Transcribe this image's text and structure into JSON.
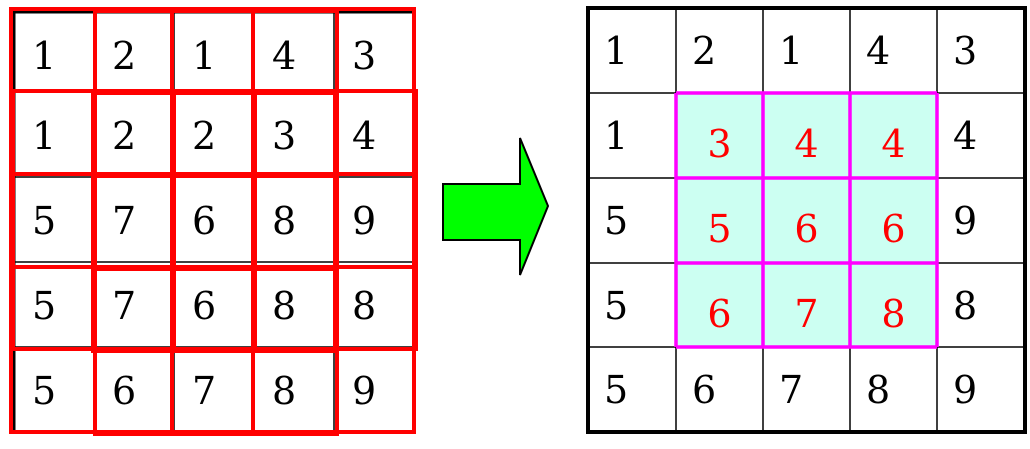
{
  "left_grid": {
    "rows": [
      [
        "1",
        "2",
        "1",
        "4",
        "3"
      ],
      [
        "1",
        "2",
        "2",
        "3",
        "4"
      ],
      [
        "5",
        "7",
        "6",
        "8",
        "9"
      ],
      [
        "5",
        "7",
        "6",
        "8",
        "8"
      ],
      [
        "5",
        "6",
        "7",
        "8",
        "9"
      ]
    ]
  },
  "right_grid": {
    "rows": [
      [
        "1",
        "2",
        "1",
        "4",
        "3"
      ],
      [
        "1",
        "3",
        "4",
        "4",
        "4"
      ],
      [
        "5",
        "5",
        "6",
        "6",
        "9"
      ],
      [
        "5",
        "6",
        "7",
        "8",
        "8"
      ],
      [
        "5",
        "6",
        "7",
        "8",
        "9"
      ]
    ],
    "highlight_rows": [
      1,
      2,
      3
    ],
    "highlight_cols": [
      1,
      2,
      3
    ]
  },
  "colors": {
    "grid_line": "#000000",
    "left_box": "#ff0000",
    "highlight_border": "#ff00ff",
    "highlight_fill": "#ccfff2",
    "highlight_text": "#ff0000",
    "text": "#000000",
    "arrow_fill": "#00ff00",
    "arrow_stroke": "#000000"
  },
  "icons": {
    "arrow": "right-arrow-icon"
  }
}
